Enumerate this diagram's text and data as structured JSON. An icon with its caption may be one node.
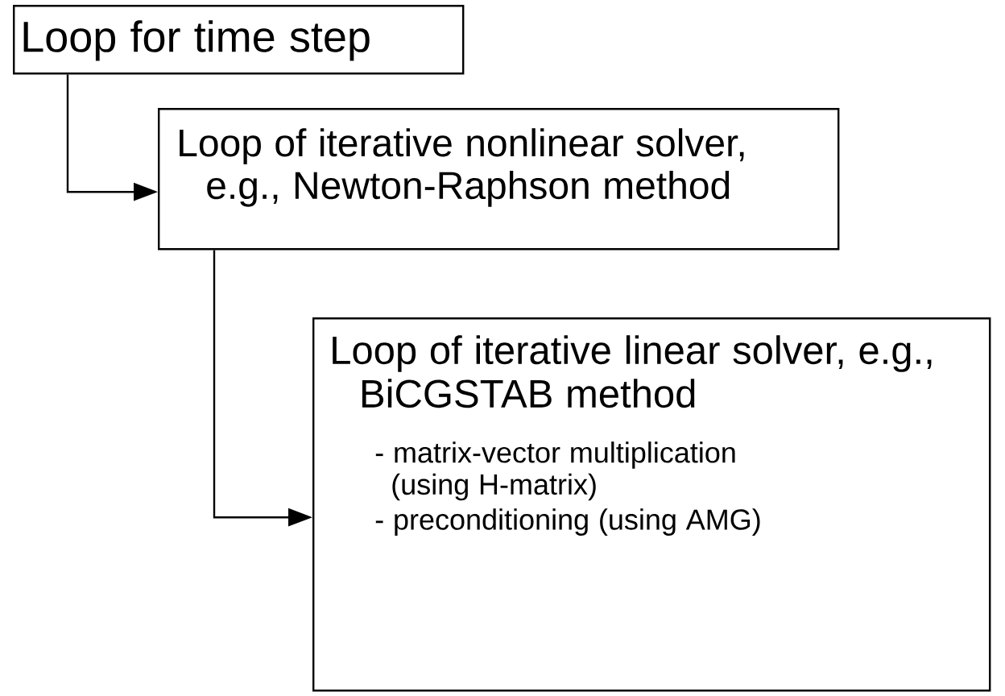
{
  "diagram": {
    "nodes": [
      {
        "text": [
          "Loop for time step"
        ]
      },
      {
        "text": [
          "Loop of iterative nonlinear solver, e.g., Newton-Raphson method"
        ]
      },
      {
        "text": [
          "Loop of iterative linear solver, e.g., BiCGSTAB method",
          "- matrix-vector multiplication (using H-matrix)",
          "- preconditioning (using AMG)"
        ]
      }
    ],
    "edges": [
      {
        "from": 0,
        "to": 1,
        "arrow": "to"
      },
      {
        "from": 1,
        "to": 2,
        "arrow": "to"
      }
    ]
  }
}
